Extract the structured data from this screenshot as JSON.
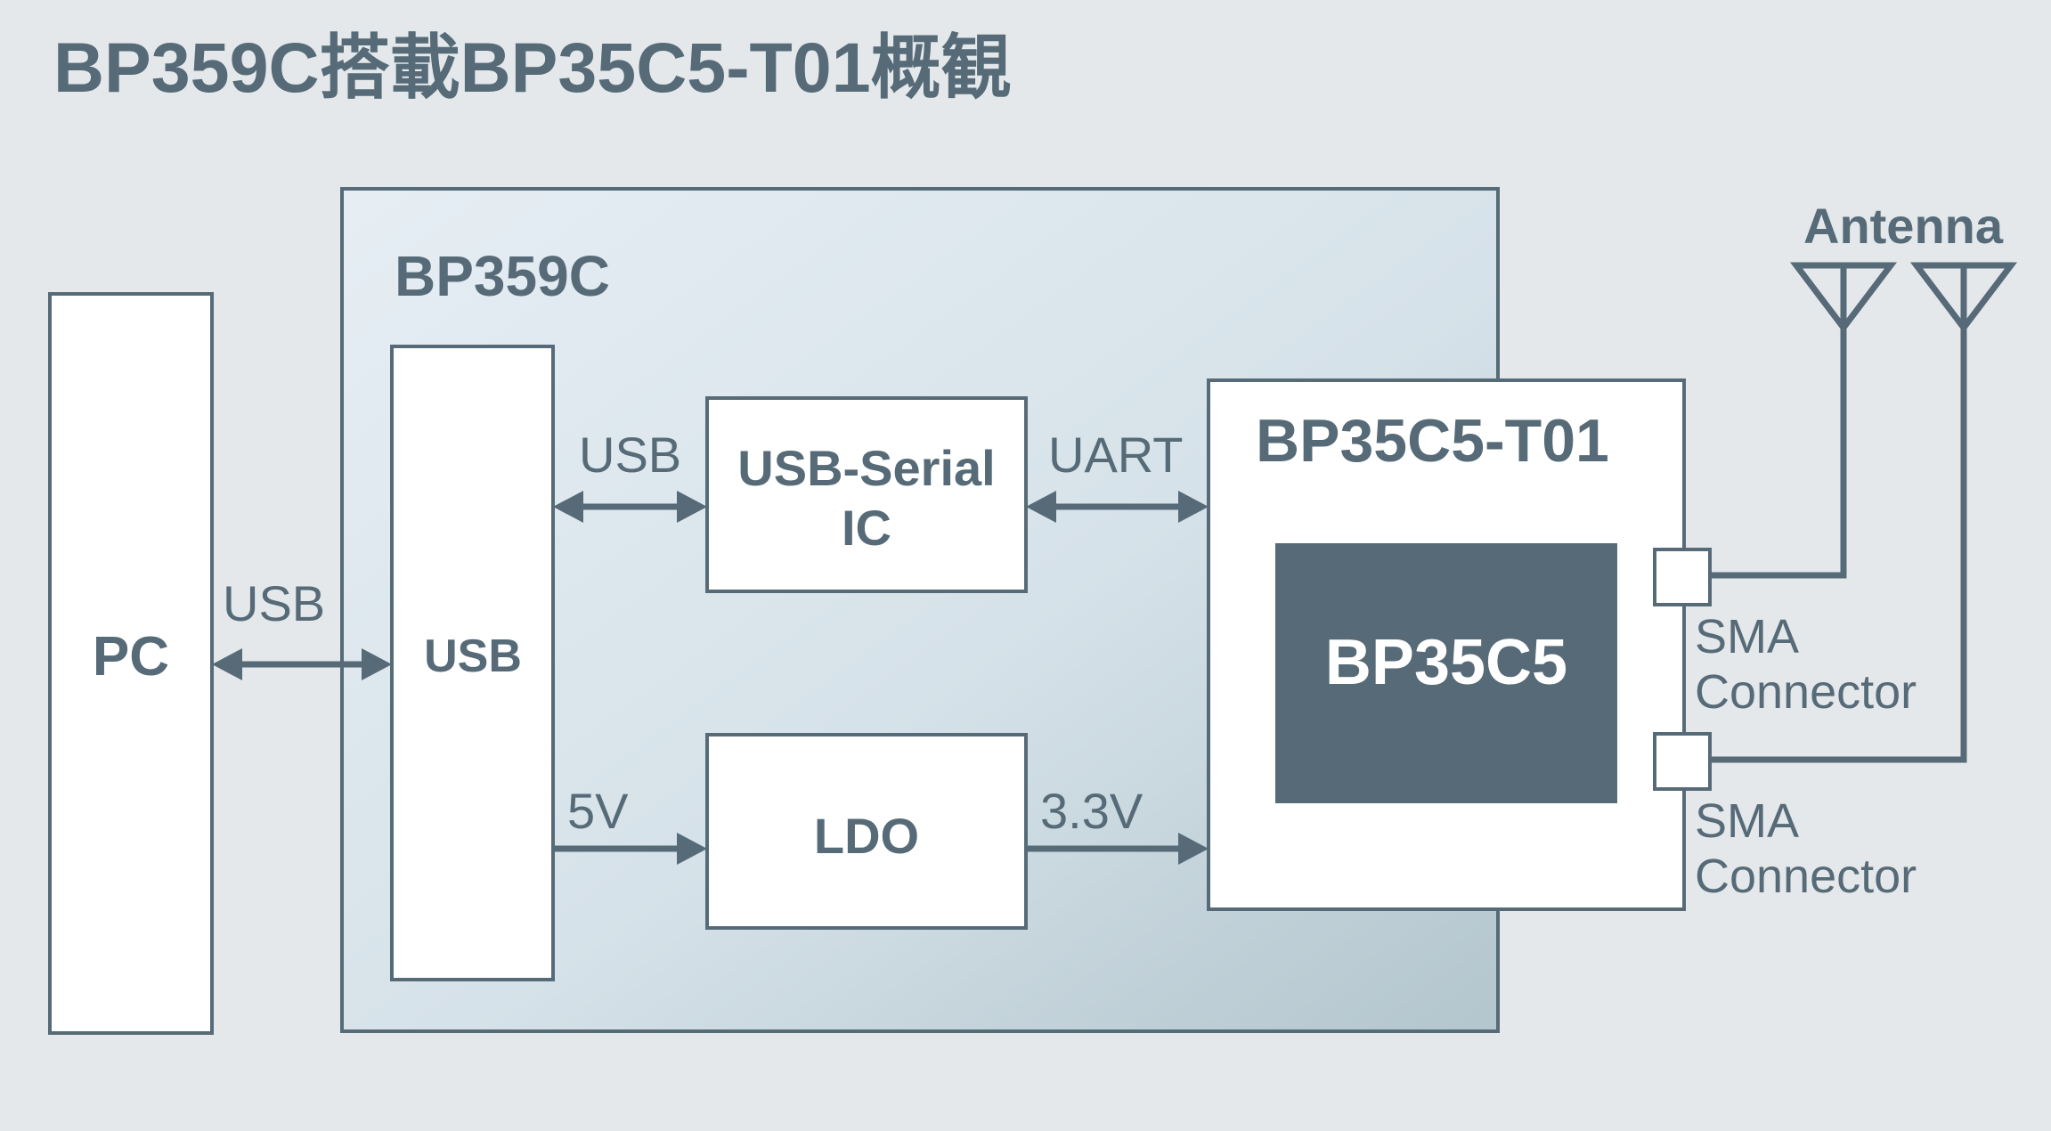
{
  "title": "BP359C搭載BP35C5-T01概観",
  "colors": {
    "background": "#e4e8eb",
    "stroke": "#566b77",
    "text": "#566b77",
    "box_fill": "#ffffff",
    "chip_fill": "#566b77",
    "chip_text": "#ffffff",
    "board_gradient_start": "#e6eef4",
    "board_gradient_end": "#b3c5cd"
  },
  "blocks": {
    "pc": "PC",
    "board": "BP359C",
    "usb_connector": "USB",
    "usb_serial_line1": "USB-Serial",
    "usb_serial_line2": "IC",
    "ldo": "LDO",
    "module": "BP35C5-T01",
    "chip": "BP35C5"
  },
  "connections": {
    "pc_usb": "USB",
    "usb_to_serial": "USB",
    "uart": "UART",
    "power_5v": "5V",
    "power_3v3": "3.3V"
  },
  "rf": {
    "antenna": "Antenna",
    "sma_1_line1": "SMA",
    "sma_1_line2": "Connector",
    "sma_2_line1": "SMA",
    "sma_2_line2": "Connector"
  }
}
